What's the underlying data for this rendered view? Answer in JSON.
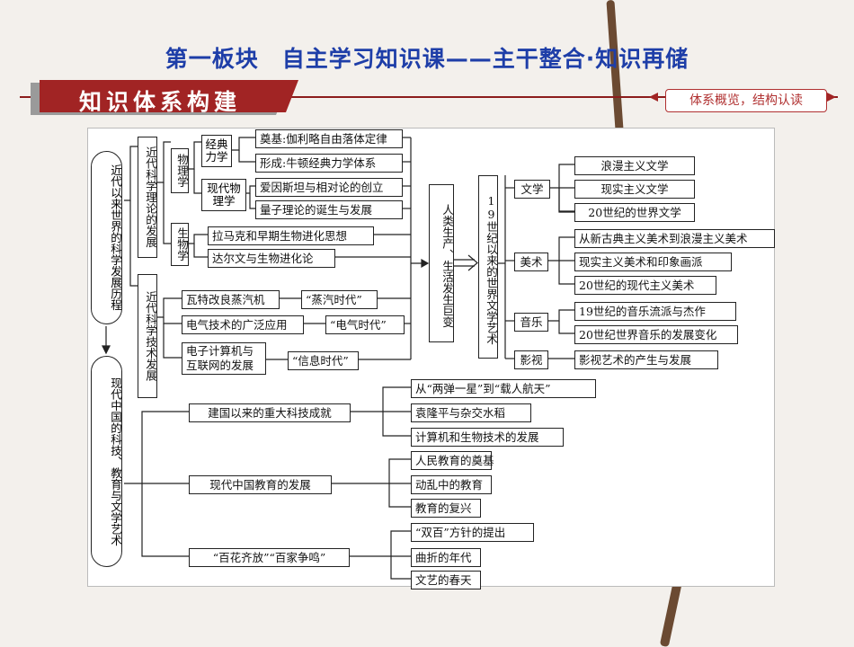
{
  "header": {
    "title": "第一板块　自主学习知识课——主干整合·知识再储",
    "banner_label": "知识体系构建",
    "banner_tag": "体系概览，结构认读"
  },
  "mindmap": {
    "root1": "近代以来世界的科学发展历程",
    "root2": "现代中国的科技、教育与文学艺术",
    "theory": {
      "label": "近代科学理论的发展",
      "physics": {
        "label": "物理学",
        "classical": "经典力学",
        "classical_items": [
          "奠基:伽利略自由落体定律",
          "形成:牛顿经典力学体系"
        ],
        "modern": "现代物理学",
        "modern_items": [
          "爱因斯坦与相对论的创立",
          "量子理论的诞生与发展"
        ]
      },
      "biology": {
        "label": "生物学",
        "items": [
          "拉马克和早期生物进化思想",
          "达尔文与生物进化论"
        ]
      }
    },
    "tech": {
      "label": "近代科学技术发展",
      "items": [
        {
          "name": "瓦特改良蒸汽机",
          "era": "“蒸汽时代”"
        },
        {
          "name": "电气技术的广泛应用",
          "era": "“电气时代”"
        },
        {
          "name": "电子计算机与互联网的发展",
          "name_l1": "电子计算机与",
          "name_l2": "互联网的发展",
          "era": "“信息时代”"
        }
      ]
    },
    "life_change": "人类生产、生活发生巨变",
    "arts19": {
      "label": "19世纪以来的世界文学艺术",
      "literature": {
        "label": "文学",
        "items": [
          "浪漫主义文学",
          "现实主义文学",
          "20世纪的世界文学"
        ]
      },
      "fine_arts": {
        "label": "美术",
        "items": [
          "从新古典主义美术到浪漫主义美术",
          "现实主义美术和印象画派",
          "20世纪的现代主义美术"
        ]
      },
      "music": {
        "label": "音乐",
        "items": [
          "19世纪的音乐流派与杰作",
          "20世纪世界音乐的发展变化"
        ]
      },
      "film": {
        "label": "影视",
        "items": [
          "影视艺术的产生与发展"
        ]
      }
    },
    "china": {
      "science": {
        "label": "建国以来的重大科技成就",
        "items": [
          "从“两弹一星”到“载人航天”",
          "袁隆平与杂交水稻",
          "计算机和生物技术的发展"
        ]
      },
      "education": {
        "label": "现代中国教育的发展",
        "items": [
          "人民教育的奠基",
          "动乱中的教育",
          "教育的复兴"
        ]
      },
      "culture": {
        "label": "“百花齐放”“百家争鸣”",
        "items": [
          "“双百”方针的提出",
          "曲折的年代",
          "文艺的春天"
        ]
      }
    }
  }
}
